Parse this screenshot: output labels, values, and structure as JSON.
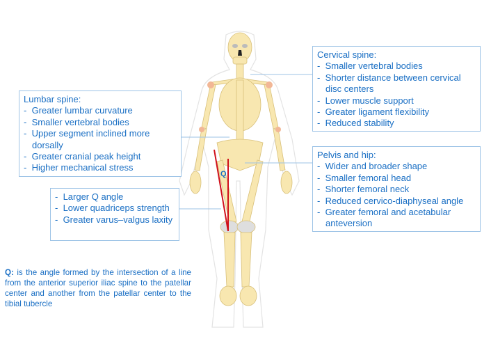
{
  "cervical": {
    "title": "Cervical spine:",
    "items": [
      "Smaller vertebral bodies",
      "Shorter distance between cervical disc centers",
      "Lower muscle support",
      "Greater ligament flexibility",
      "Reduced stability"
    ]
  },
  "lumbar": {
    "title": "Lumbar spine:",
    "items": [
      "Greater lumbar curvature",
      "Smaller vertebral bodies",
      "Upper segment inclined more dorsally",
      "Greater cranial peak height",
      "Higher mechanical stress"
    ]
  },
  "pelvis": {
    "title": "Pelvis and hip:",
    "items": [
      "Wider and broader shape",
      "Smaller femoral head",
      "Shorter femoral neck",
      "Reduced cervico-diaphyseal angle",
      "Greater femoral and acetabular anteversion"
    ]
  },
  "knee": {
    "items": [
      "Larger Q angle",
      "Lower quadriceps strength",
      "Greater varus–valgus laxity"
    ]
  },
  "q_label": "Q",
  "note": {
    "term": "Q:",
    "text": " is the angle formed by the intersection of a line from the anterior superior iliac spine to the patellar center and another from the patellar center to the tibial tubercle"
  },
  "colors": {
    "text": "#1a6fc4",
    "border": "#9dc3e6",
    "bone": "#f8e7b0",
    "cartilage": "#f2b796",
    "q_line": "#d0101b"
  }
}
